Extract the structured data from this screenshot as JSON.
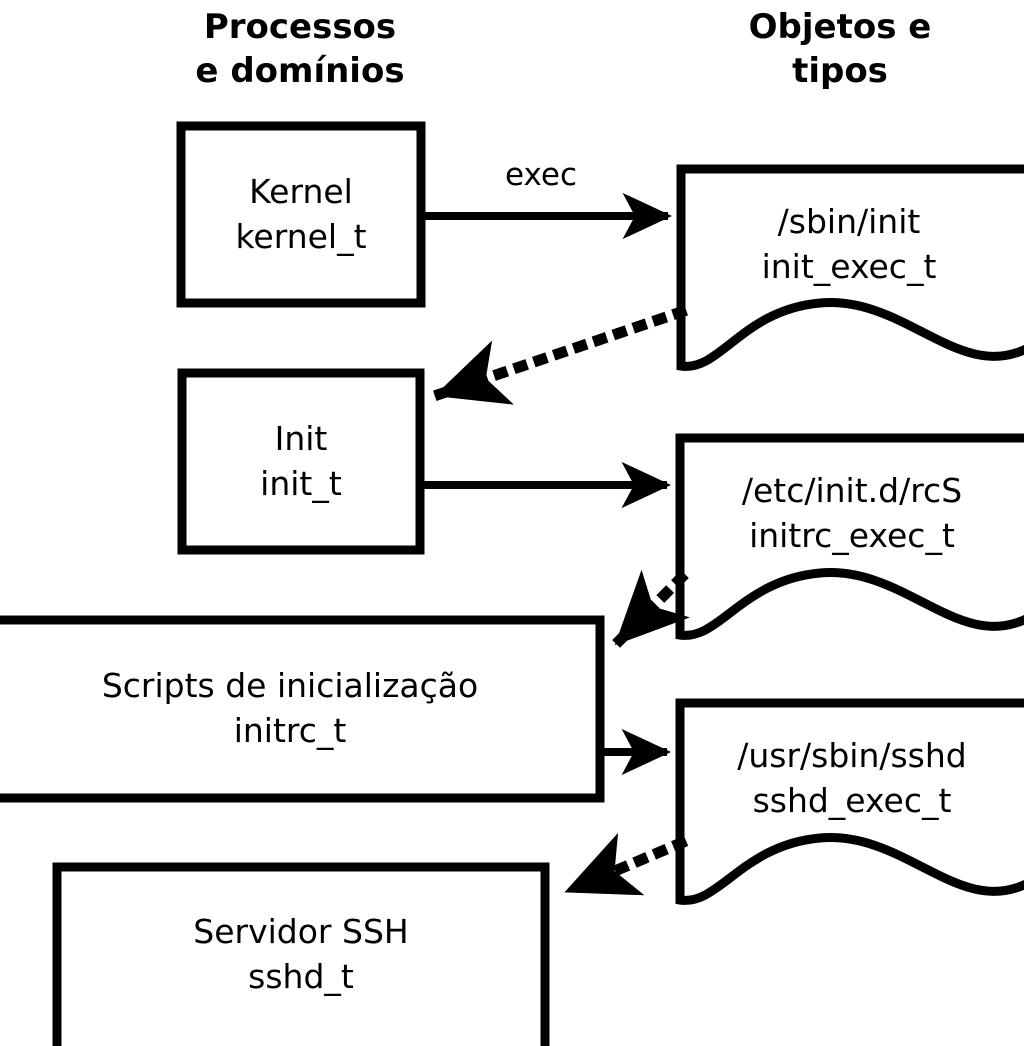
{
  "diagram": {
    "title_left": "Processos\ne domínios",
    "title_right": "Objetos e\ntipos",
    "stroke_color": "#000000",
    "fill_color": "#ffffff",
    "background": "#ffffff"
  },
  "columns": {
    "left": {
      "header": "Processos\ne domínios"
    },
    "right": {
      "header": "Objetos e\ntipos"
    }
  },
  "process_nodes": [
    {
      "id": "kernel",
      "line1": "Kernel",
      "line2": "kernel_t"
    },
    {
      "id": "init",
      "line1": "Init",
      "line2": "init_t"
    },
    {
      "id": "initrc",
      "line1": "Scripts de inicialização",
      "line2": "initrc_t"
    },
    {
      "id": "sshd",
      "line1": "Servidor SSH",
      "line2": "sshd_t"
    }
  ],
  "object_nodes": [
    {
      "id": "init_exec",
      "line1": "/sbin/init",
      "line2": "init_exec_t"
    },
    {
      "id": "initrc_exec",
      "line1": "/etc/init.d/rcS",
      "line2": "initrc_exec_t"
    },
    {
      "id": "sshd_exec",
      "line1": "/usr/sbin/sshd",
      "line2": "sshd_exec_t"
    }
  ],
  "edges": [
    {
      "id": "kernel-exec-init_exec",
      "from": "kernel",
      "to": "init_exec",
      "style": "solid",
      "label": "exec"
    },
    {
      "id": "init_exec-transition-init",
      "from": "init_exec",
      "to": "init",
      "style": "dotted",
      "label": ""
    },
    {
      "id": "init-exec-initrc_exec",
      "from": "init",
      "to": "initrc_exec",
      "style": "solid",
      "label": ""
    },
    {
      "id": "initrc_exec-transition",
      "from": "initrc_exec",
      "to": "initrc",
      "style": "dotted",
      "label": ""
    },
    {
      "id": "initrc-exec-sshd_exec",
      "from": "initrc",
      "to": "sshd_exec",
      "style": "solid",
      "label": ""
    },
    {
      "id": "sshd_exec-transition-sshd",
      "from": "sshd_exec",
      "to": "sshd",
      "style": "dotted",
      "label": ""
    }
  ]
}
